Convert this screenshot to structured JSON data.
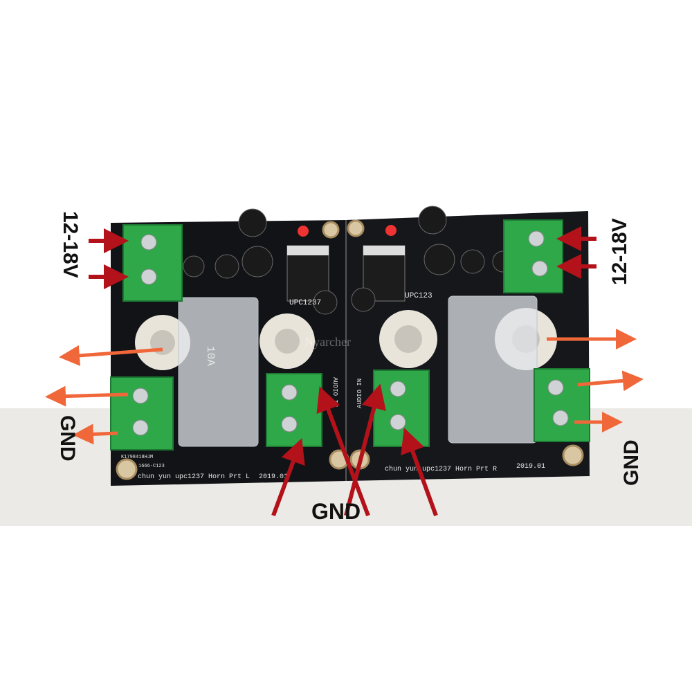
{
  "annotations": {
    "voltage_left": "12-18V",
    "voltage_right": "12-18V",
    "gnd_left": "GND",
    "gnd_right": "GND",
    "gnd_center": "GND"
  },
  "board": {
    "label_left": "chun yun upc1237 Horn Prt L",
    "date_left": "2019.01",
    "label_right": "chun yun upc1237 Horn Prt R",
    "date_right": "2019.01",
    "chip_left": "UPC1237",
    "chip_right": "UPC123",
    "relay_code": "K1798418HJM",
    "relay_code2": "1666-C123",
    "audio_in_left": "AUDIO IN",
    "audio_in_right": "AUDIO IN",
    "relay_rating": "10A",
    "watermark": "Nyarcher"
  },
  "colors": {
    "pcb": "#121316",
    "terminal": "#2fa84a",
    "arrow_red": "#b3121a",
    "arrow_orange": "#f0673a"
  }
}
